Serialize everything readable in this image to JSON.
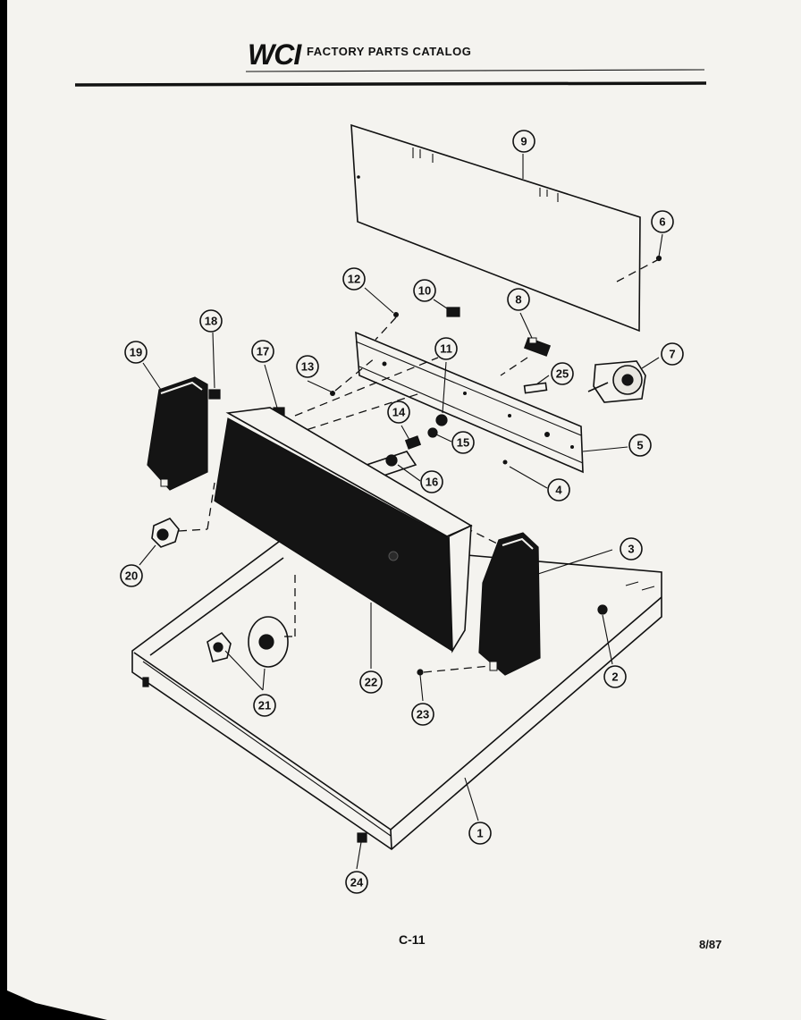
{
  "header": {
    "logo_text": "WCI",
    "catalog_title": "FACTORY PARTS CATALOG"
  },
  "footer": {
    "page_code": "C-11",
    "date_code": "8/87"
  },
  "callouts": [
    "1",
    "2",
    "3",
    "4",
    "5",
    "6",
    "7",
    "8",
    "9",
    "10",
    "11",
    "12",
    "13",
    "14",
    "15",
    "16",
    "17",
    "18",
    "19",
    "20",
    "21",
    "22",
    "23",
    "24",
    "25"
  ],
  "colors": {
    "paper": "#f4f3ef",
    "ink": "#111111",
    "scan_border": "#000000"
  }
}
